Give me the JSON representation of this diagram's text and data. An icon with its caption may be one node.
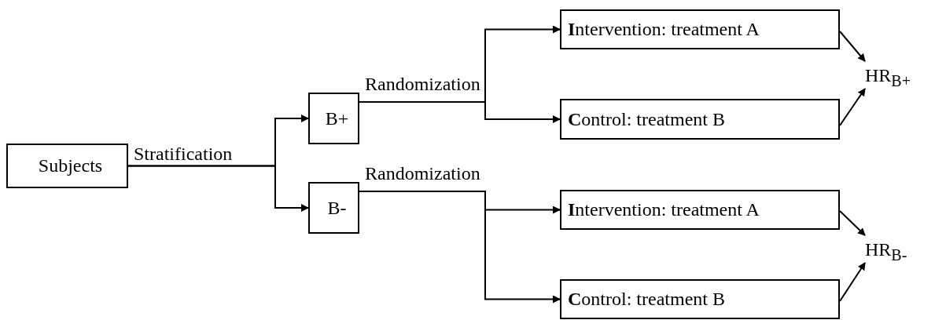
{
  "diagram": {
    "nodes": [
      {
        "text": [
          "Subjects"
        ]
      },
      {
        "text": [
          "B+"
        ]
      },
      {
        "text": [
          "B-"
        ]
      },
      {
        "text": [
          "**I**ntervention: treatment A"
        ]
      },
      {
        "text": [
          "**C**ontrol: treatment B"
        ]
      },
      {
        "text": [
          "HR$_{B+}$"
        ]
      },
      {
        "text": [
          "**I**ntervention: treatment A"
        ]
      },
      {
        "text": [
          "**C**ontrol: treatment B"
        ]
      },
      {
        "text": [
          "HR$_{B-}$"
        ]
      }
    ],
    "edges": [
      {
        "from": 0,
        "to": 1,
        "arrow": "to",
        "label": "Stratification"
      },
      {
        "from": 0,
        "to": 2,
        "arrow": "to"
      },
      {
        "from": 1,
        "to": 3,
        "arrow": "to",
        "label": "Randomization"
      },
      {
        "from": 1,
        "to": 4,
        "arrow": "to"
      },
      {
        "from": 3,
        "to": 5,
        "arrow": "to"
      },
      {
        "from": 4,
        "to": 5,
        "arrow": "to"
      },
      {
        "from": 2,
        "to": 6,
        "arrow": "to",
        "label": "Randomization"
      },
      {
        "from": 2,
        "to": 7,
        "arrow": "to"
      },
      {
        "from": 6,
        "to": 8,
        "arrow": "to"
      },
      {
        "from": 7,
        "to": 8,
        "arrow": "to"
      }
    ]
  }
}
